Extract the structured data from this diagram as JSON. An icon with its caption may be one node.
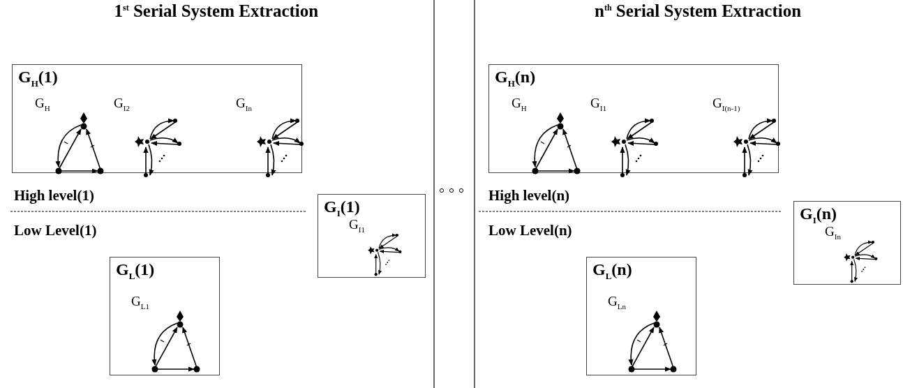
{
  "diagram": {
    "nodes": [
      {
        "text": [
          "G$_{H}$(1)"
        ]
      },
      {
        "text": [
          "G$_{H}$"
        ],
        "in": 0
      },
      {
        "text": [
          "G$_{I2}$"
        ],
        "in": 0
      },
      {
        "text": [
          "G$_{In}$"
        ],
        "in": 0
      },
      {
        "text": [
          "G$_{I}$(1)"
        ]
      },
      {
        "text": [
          "G$_{I1}$"
        ],
        "in": 4
      },
      {
        "text": [
          "G$_{L}$(1)"
        ]
      },
      {
        "text": [
          "G$_{L1}$"
        ],
        "in": 6
      },
      {
        "text": [
          "G$_{H}$(n)"
        ]
      },
      {
        "text": [
          "G$_{H}$"
        ],
        "in": 8
      },
      {
        "text": [
          "G$_{I1}$"
        ],
        "in": 8
      },
      {
        "text": [
          "G$_{I(n-1)}$"
        ],
        "in": 8
      },
      {
        "text": [
          "G$_{I}$(n)"
        ]
      },
      {
        "text": [
          "G$_{In}$"
        ],
        "in": 12
      },
      {
        "text": [
          "G$_{L}$(n)"
        ]
      },
      {
        "text": [
          "G$_{Ln}$"
        ],
        "in": 14
      }
    ],
    "labels": [
      "1$^{st}$ Serial System Extraction",
      "n$^{th}$ Serial System Extraction",
      "High level(1)",
      "Low Level(1)",
      "High level(n)",
      "Low Level(n)"
    ]
  }
}
